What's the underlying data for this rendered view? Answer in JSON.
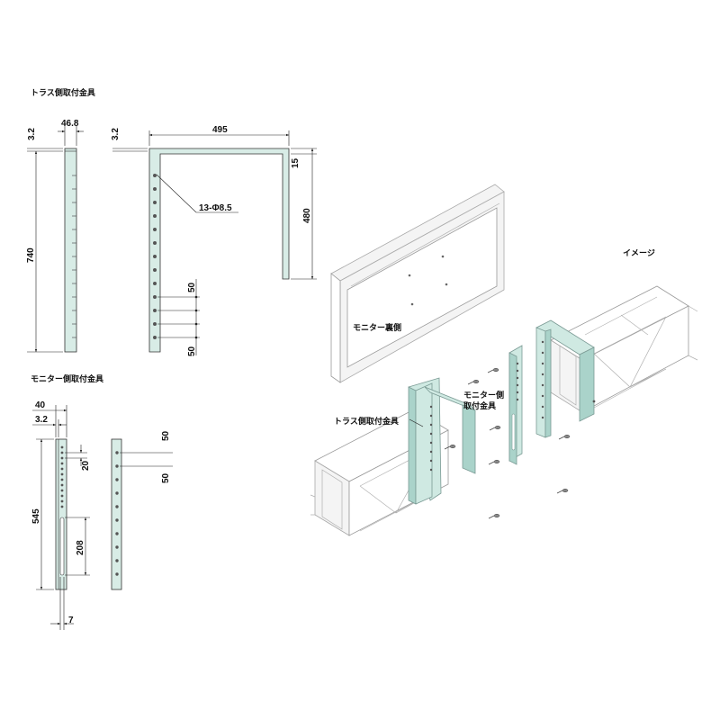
{
  "titles": {
    "truss_bracket": "トラス側取付金具",
    "monitor_bracket": "モニター側取付金具",
    "image": "イメージ"
  },
  "truss_dims": {
    "thickness": "3.2",
    "width": "46.8",
    "length": "740",
    "flange_thickness": "3.2",
    "arm_length": "495",
    "flange_width": "15",
    "drop_length": "480",
    "holes": "13-Φ8.5",
    "pitch_upper": "50",
    "pitch_lower": "50"
  },
  "monitor_dims": {
    "width": "40",
    "thickness": "3.2",
    "length": "545",
    "hole_pitch_small": "20",
    "slot_length": "208",
    "slot_width": "7",
    "pitch_upper": "50",
    "pitch_lower": "50"
  },
  "image_labels": {
    "monitor_back": "モニター裏側",
    "monitor_bracket_line1": "モニター側",
    "monitor_bracket_line2": "取付金具",
    "truss_bracket": "トラス側取付金具"
  }
}
